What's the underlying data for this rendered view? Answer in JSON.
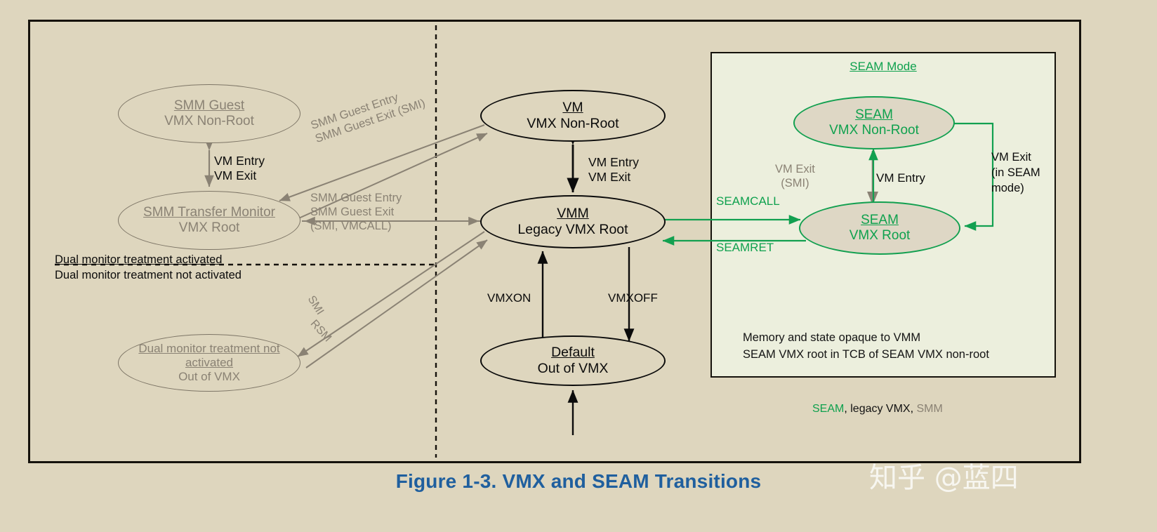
{
  "figure": {
    "caption": "Figure 1-3.  VMX and SEAM Transitions",
    "watermark": "知乎 @蓝四"
  },
  "nodes": {
    "smm_guest": {
      "title": "SMM Guest",
      "subtitle": "VMX Non-Root"
    },
    "stm": {
      "title": "SMM Transfer Monitor",
      "subtitle": "VMX Root"
    },
    "dual_off": {
      "title": "Dual monitor treatment not activated",
      "subtitle": "Out of VMX"
    },
    "vm": {
      "title": "VM",
      "subtitle": "VMX Non-Root"
    },
    "vmm": {
      "title": "VMM",
      "subtitle": "Legacy VMX Root"
    },
    "default": {
      "title": "Default",
      "subtitle": "Out of VMX"
    },
    "seam_nonroot": {
      "title": "SEAM",
      "subtitle": "VMX Non-Root"
    },
    "seam_root": {
      "title": "SEAM",
      "subtitle": "VMX Root"
    }
  },
  "seam_panel": {
    "title": "SEAM Mode",
    "note_line1": "Memory and state opaque to VMM",
    "note_line2": "SEAM VMX root in TCB of SEAM VMX non-root"
  },
  "labels": {
    "vm_entry_exit_left": "VM Entry\nVM Exit",
    "vm_entry_exit_mid": "VM Entry\nVM Exit",
    "smm_guest_diag": "SMM Guest Entry\nSMM Guest Exit (SMI)",
    "smm_guest_horz": "SMM Guest Entry\nSMM Guest Exit\n(SMI, VMCALL)",
    "smi": "SMI",
    "rsm": "RSM",
    "dual_activated": "Dual monitor treatment activated",
    "dual_not_activated": "Dual monitor treatment not activated",
    "vmxon": "VMXON",
    "vmxoff": "VMXOFF",
    "vm_exit_smi": "VM Exit\n(SMI)",
    "vm_entry_seam": "VM Entry",
    "seamcall": "SEAMCALL",
    "seamret": "SEAMRET",
    "vm_exit_seam_mode": "VM Exit\n(in SEAM\nmode)"
  },
  "legend": {
    "seam": "SEAM",
    "sep1": ", ",
    "vmx": "legacy VMX",
    "sep2": ", ",
    "smm": "SMM"
  },
  "colors": {
    "background": "#ded6be",
    "seam_green": "#0fa14e",
    "smm_gray": "#8a8274",
    "vmx_black": "#0b0b0b",
    "caption_blue": "#1f5f9e",
    "seam_panel_bg": "#ecefdd"
  }
}
